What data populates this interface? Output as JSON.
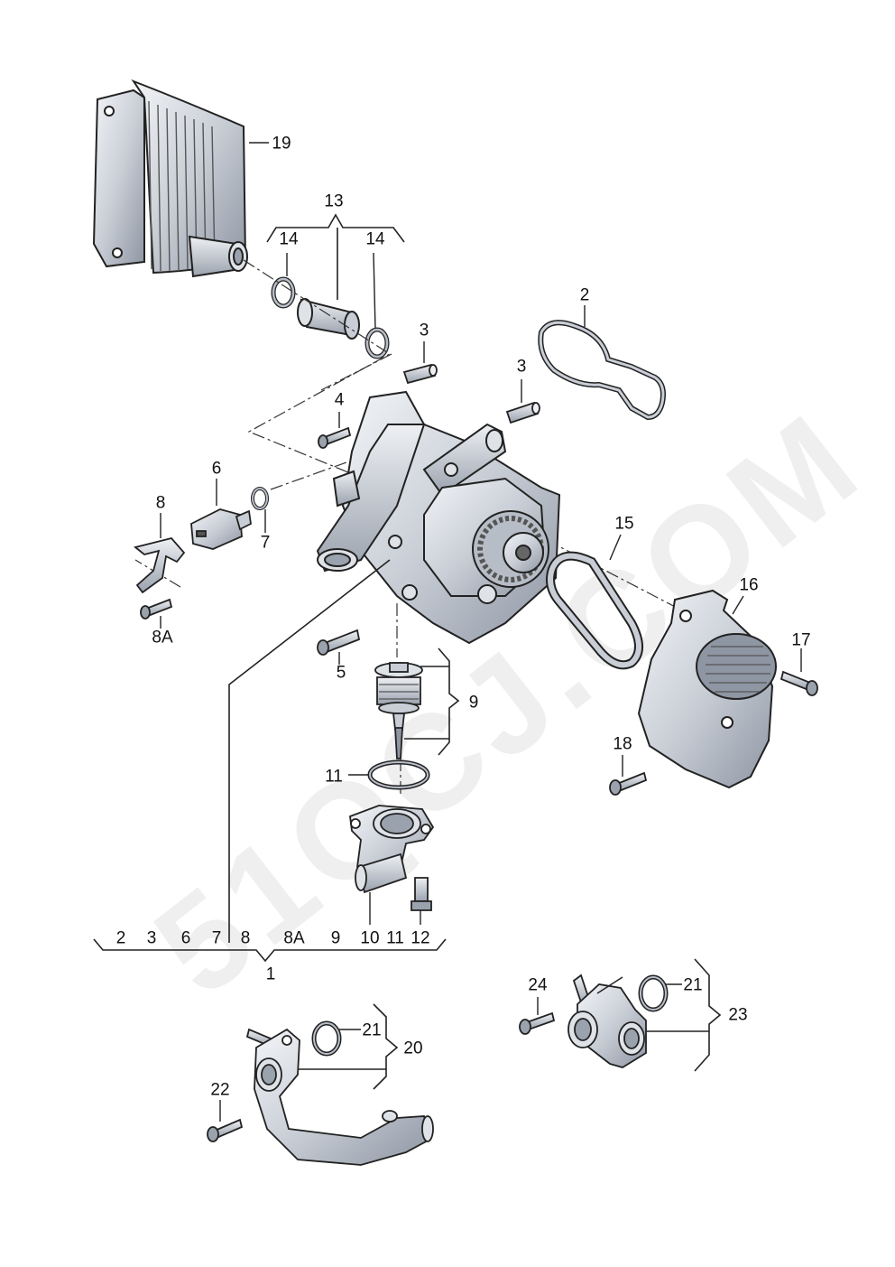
{
  "watermark": "51QCJ.COM",
  "colors": {
    "part_fill": "#c9ced6",
    "part_dark": "#7d8593",
    "part_light": "#eef0f3",
    "line": "#222222"
  },
  "labels": {
    "p19": "19",
    "p13": "13",
    "p14a": "14",
    "p14b": "14",
    "p2": "2",
    "p3a": "3",
    "p3b": "3",
    "p4": "4",
    "p6": "6",
    "p7": "7",
    "p8": "8",
    "p8A": "8A",
    "p15": "15",
    "p16": "16",
    "p17": "17",
    "p5": "5",
    "p9": "9",
    "p18": "18",
    "p11": "11",
    "p10": "10",
    "p11b": "11",
    "p12": "12",
    "p1": "1",
    "p21a": "21",
    "p20": "20",
    "p22": "22",
    "p24": "24",
    "p21b": "21",
    "p23": "23"
  },
  "kit1_list": [
    "2",
    "3",
    "6",
    "7",
    "8",
    "8A",
    "9"
  ]
}
